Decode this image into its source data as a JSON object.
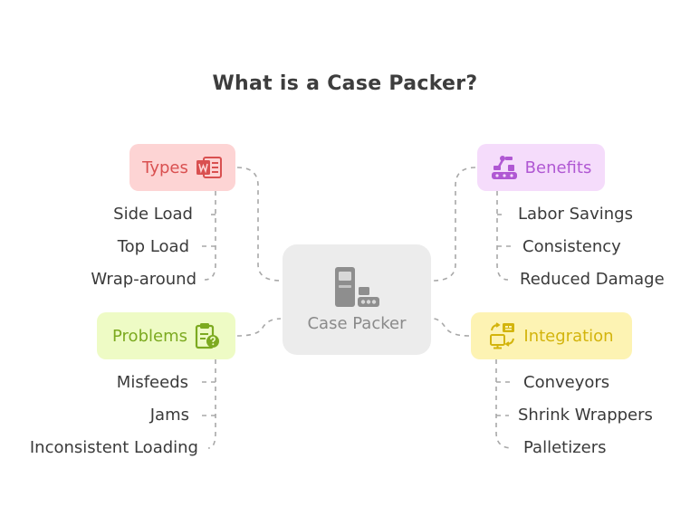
{
  "title": "What is a Case Packer?",
  "center": {
    "label": "Case Packer",
    "icon": "case-packer-machine-icon"
  },
  "branches": {
    "types": {
      "label": "Types",
      "icon": "word-document-icon",
      "color": "#d95050",
      "background": "#fdd4d4",
      "items": [
        "Side Load",
        "Top Load",
        "Wrap-around"
      ]
    },
    "benefits": {
      "label": "Benefits",
      "icon": "robot-arm-conveyor-icon",
      "color": "#b058d3",
      "background": "#f5dcfb",
      "items": [
        "Labor Savings",
        "Consistency",
        "Reduced Damage"
      ]
    },
    "problems": {
      "label": "Problems",
      "icon": "clipboard-question-icon",
      "color": "#7caa20",
      "background": "#eefbc5",
      "items": [
        "Misfeeds",
        "Jams",
        "Inconsistent Loading"
      ]
    },
    "integration": {
      "label": "Integration",
      "icon": "monitor-sync-icon",
      "color": "#d3b40c",
      "background": "#fdf3b3",
      "items": [
        "Conveyors",
        "Shrink Wrappers",
        "Palletizers"
      ]
    }
  }
}
